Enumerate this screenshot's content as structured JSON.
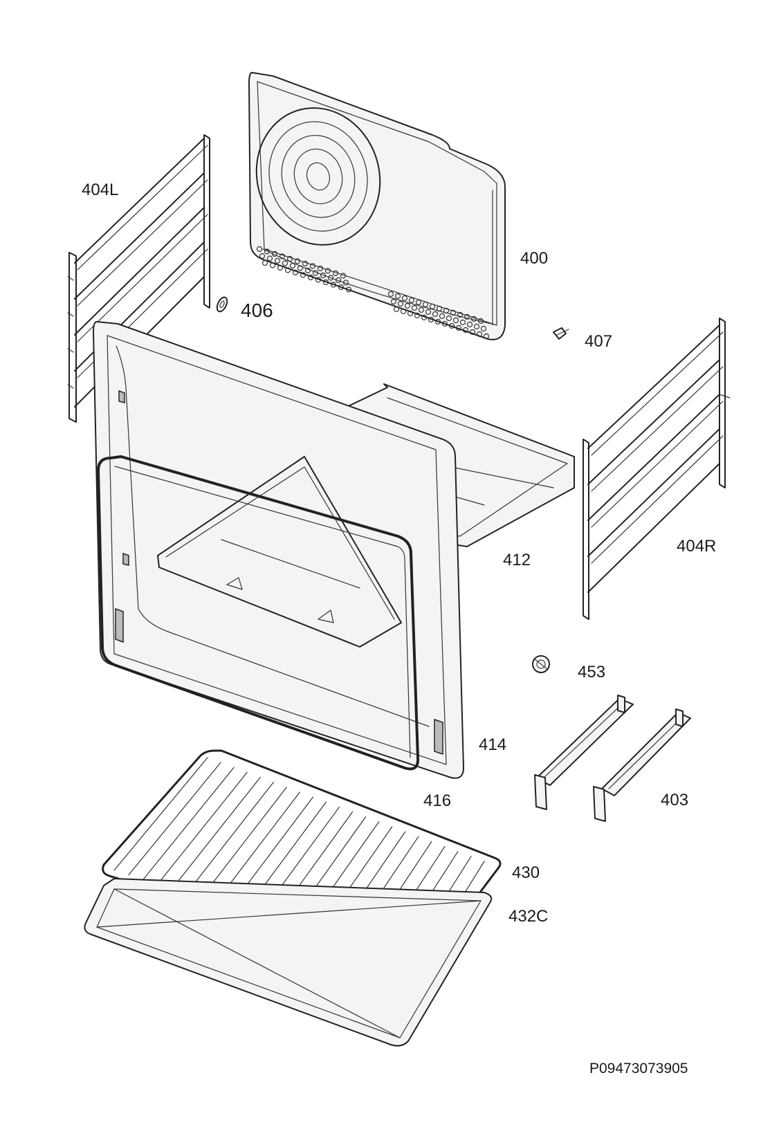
{
  "labels": {
    "p400": "400",
    "p403": "403",
    "p404L": "404L",
    "p404R": "404R",
    "p406": "406",
    "p407": "407",
    "p412": "412",
    "p414": "414",
    "p416": "416",
    "p430": "430",
    "p432C": "432C",
    "p453": "453"
  },
  "drawing_code": "P09473073905"
}
